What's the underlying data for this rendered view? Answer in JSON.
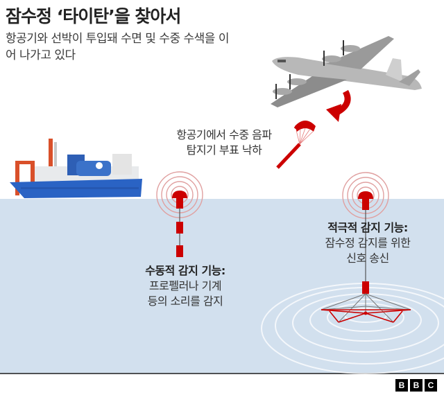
{
  "header": {
    "title": "잠수정 ‘타이탄’을 찾아서",
    "subtitle": "항공기와 선박이 투입돼 수면 및 수중 수색을 이어 나가고 있다"
  },
  "annotations": {
    "drop": {
      "line1": "항공기에서 수중 음파",
      "line2": "탐지기 부표 낙하"
    },
    "passive": {
      "heading": "수동적 감지 기능:",
      "line1": "프로펠러나 기계",
      "line2": "등의 소리를 감지"
    },
    "active": {
      "heading": "적극적 감지 기능:",
      "line1": "잠수정 감지를 위한",
      "line2": "신호 송신"
    }
  },
  "illustrations": {
    "aircraft": "patrol-aircraft-icon",
    "ship": "research-ship-icon",
    "parachute": "parachute-sonobuoy-icon",
    "passive_buoy": "passive-sonobuoy-icon",
    "active_buoy": "active-sonobuoy-icon",
    "drop_arrow": "curved-arrow-icon"
  },
  "colors": {
    "accent_red": "#cc0000",
    "water": "#d2e0ee",
    "seabed_line": "#505254",
    "text": "#222222"
  },
  "footer": {
    "logo": [
      "B",
      "B",
      "C"
    ]
  }
}
